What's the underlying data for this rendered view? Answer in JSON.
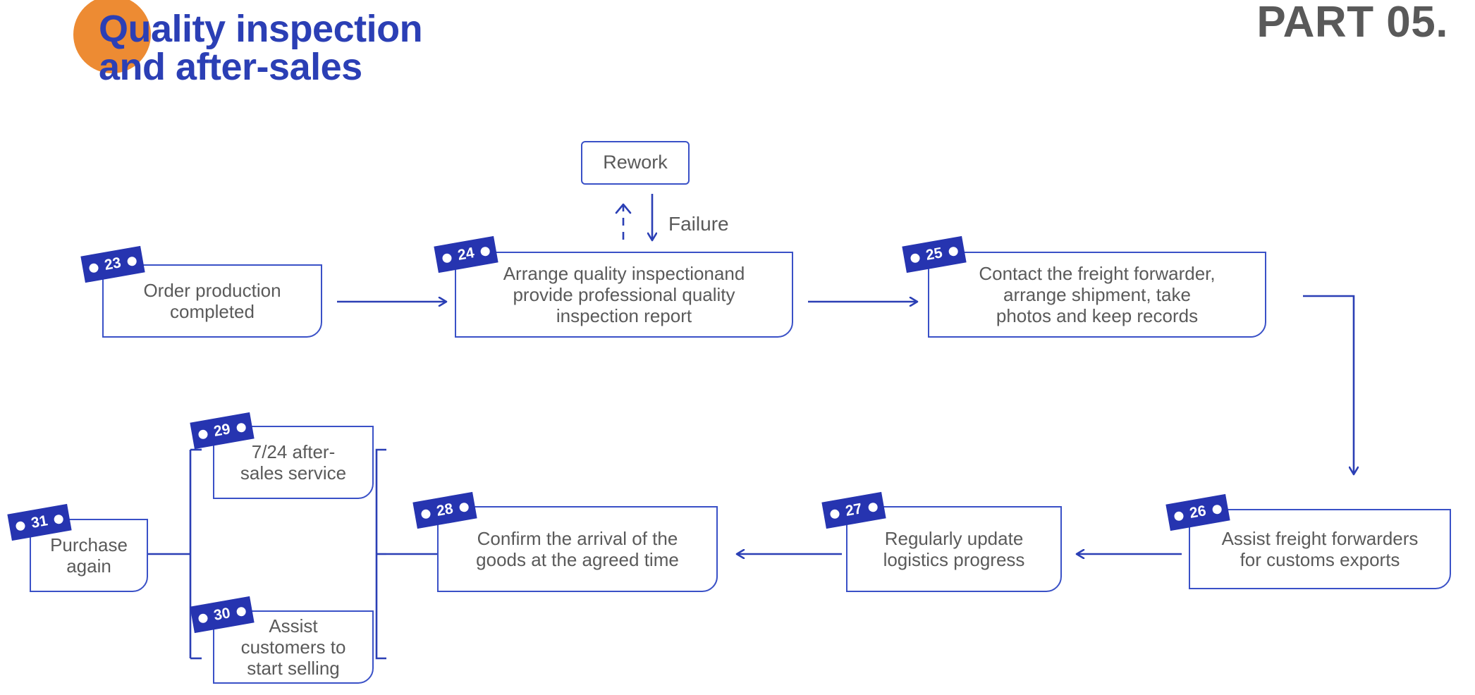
{
  "header": {
    "title": "Quality inspection\nand after-sales",
    "part_label": "PART 05.",
    "title_color": "#2b3fb5",
    "blob_color": "#ed8b33",
    "part_color": "#595959"
  },
  "theme": {
    "line_color": "#3a51c7",
    "badge_color": "#2634b0",
    "node_text_color": "#5a5a5a",
    "background": "#ffffff"
  },
  "labels": {
    "failure": "Failure"
  },
  "nodes": [
    {
      "id": "rework",
      "badge": "",
      "text": "Rework"
    },
    {
      "id": "n23",
      "badge": "23",
      "text": "Order production\ncompleted"
    },
    {
      "id": "n24",
      "badge": "24",
      "text": "Arrange quality inspectionand\nprovide professional quality\ninspection report"
    },
    {
      "id": "n25",
      "badge": "25",
      "text": "Contact the freight forwarder,\narrange shipment, take\nphotos and keep records"
    },
    {
      "id": "n26",
      "badge": "26",
      "text": "Assist freight forwarders\nfor customs exports"
    },
    {
      "id": "n27",
      "badge": "27",
      "text": "Regularly update\nlogistics progress"
    },
    {
      "id": "n28",
      "badge": "28",
      "text": "Confirm the arrival of the\ngoods at the agreed time"
    },
    {
      "id": "n29",
      "badge": "29",
      "text": "7/24 after-\nsales service"
    },
    {
      "id": "n30",
      "badge": "30",
      "text": "Assist\ncustomers to\nstart selling"
    },
    {
      "id": "n31",
      "badge": "31",
      "text": "Purchase\nagain"
    }
  ]
}
